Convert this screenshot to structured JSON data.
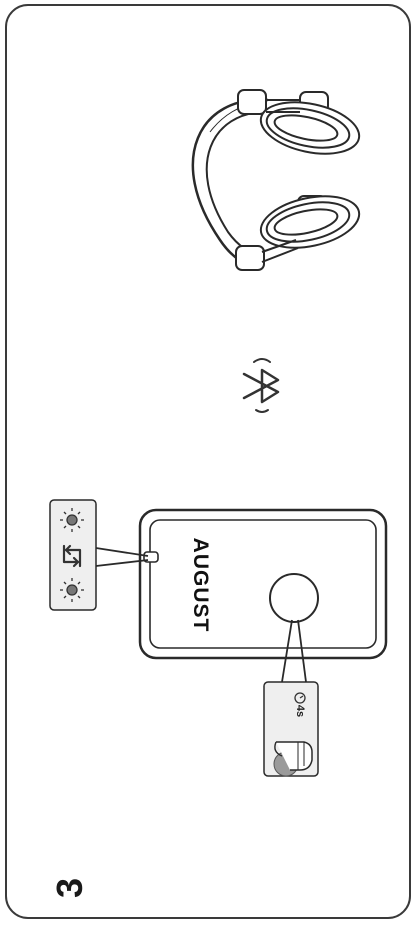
{
  "step": {
    "number": "3"
  },
  "speaker": {
    "brand": "AUGUST"
  },
  "press_hold": {
    "duration": "4s"
  },
  "icons": {
    "headphones": "headphones-icon",
    "bluetooth": "bluetooth-icon",
    "led_blinking_top": "led-blinking-icon",
    "pairing": "pairing-arrows-icon",
    "led_blinking_bottom": "led-blinking-icon",
    "finger_press": "finger-press-icon",
    "timer": "timer-icon"
  },
  "colors": {
    "line": "#2a2a2a",
    "panel": "#f1f1f1",
    "finger_shade": "#9a9a9a"
  }
}
